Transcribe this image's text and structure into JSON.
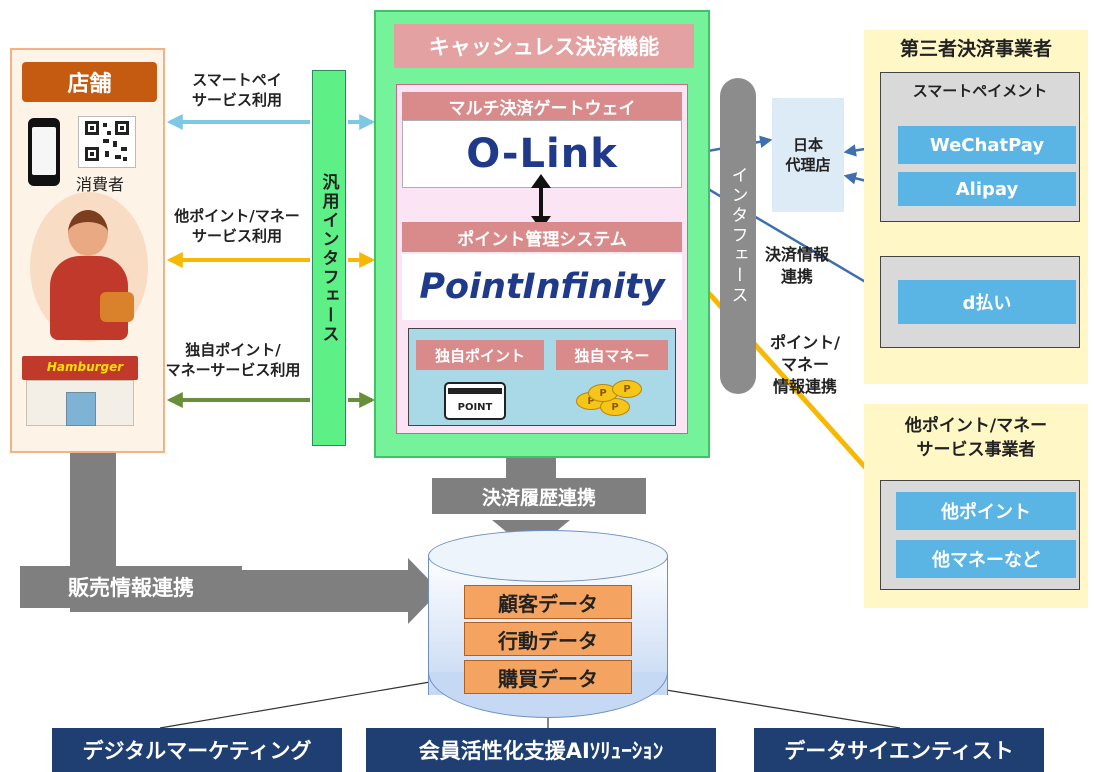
{
  "store": {
    "title": "店舗",
    "consumer_label": "消費者",
    "shop_sign": "Hamburger"
  },
  "flows": {
    "smart_pay": "スマートペイ\nサービス利用",
    "other_point": "他ポイント/マネー\nサービス利用",
    "own_point": "独自ポイント/\nマネーサービス利用"
  },
  "generic_interface": "汎用インタフェース",
  "cashless": {
    "title": "キャッシュレス決済機能",
    "gateway_header": "マルチ決済ゲートウェイ",
    "olink": "O-Link",
    "point_header": "ポイント管理システム",
    "pointinfinity": "PointInfinity",
    "own_point": "独自ポイント",
    "own_money": "独自マネー",
    "point_card_text": "POINT",
    "coin_letter": "P"
  },
  "interface_label": "インタフェース",
  "japan_agent": "日本\n代理店",
  "third_party": {
    "title": "第三者決済事業者",
    "smart_payment": "スマートペイメント",
    "wechatpay": "WeChatPay",
    "alipay": "Alipay",
    "dpay": "d払い"
  },
  "labels": {
    "settlement_info": "決済情報\n連携",
    "point_money_info": "ポイント/\nマネー\n情報連携"
  },
  "other_providers": {
    "title": "他ポイント/マネー\nサービス事業者",
    "other_point": "他ポイント",
    "other_money": "他マネーなど"
  },
  "history_label": "決済履歴連携",
  "sales_label": "販売情報連携",
  "database": {
    "customer": "顧客データ",
    "behavior": "行動データ",
    "purchase": "購買データ"
  },
  "bottom": {
    "digital_marketing": "デジタルマーケティング",
    "member_ai": "会員活性化支援AIｿﾘｭｰｼｮﾝ",
    "data_scientist": "データサイエンティスト"
  },
  "colors": {
    "store_title": "#c55a11",
    "cashless_green": "#75f39a",
    "header_pink": "#d98b8b",
    "logo_blue": "#1f3a8a",
    "pay_blue": "#5ab4e4",
    "provider_yellow": "#fff8c6",
    "flow_gray": "#7f7f7f",
    "bottom_navy": "#1f3f73",
    "arrow_blue": "#7ec8e3",
    "arrow_orange": "#f6b800",
    "arrow_green": "#6a8f3a"
  }
}
